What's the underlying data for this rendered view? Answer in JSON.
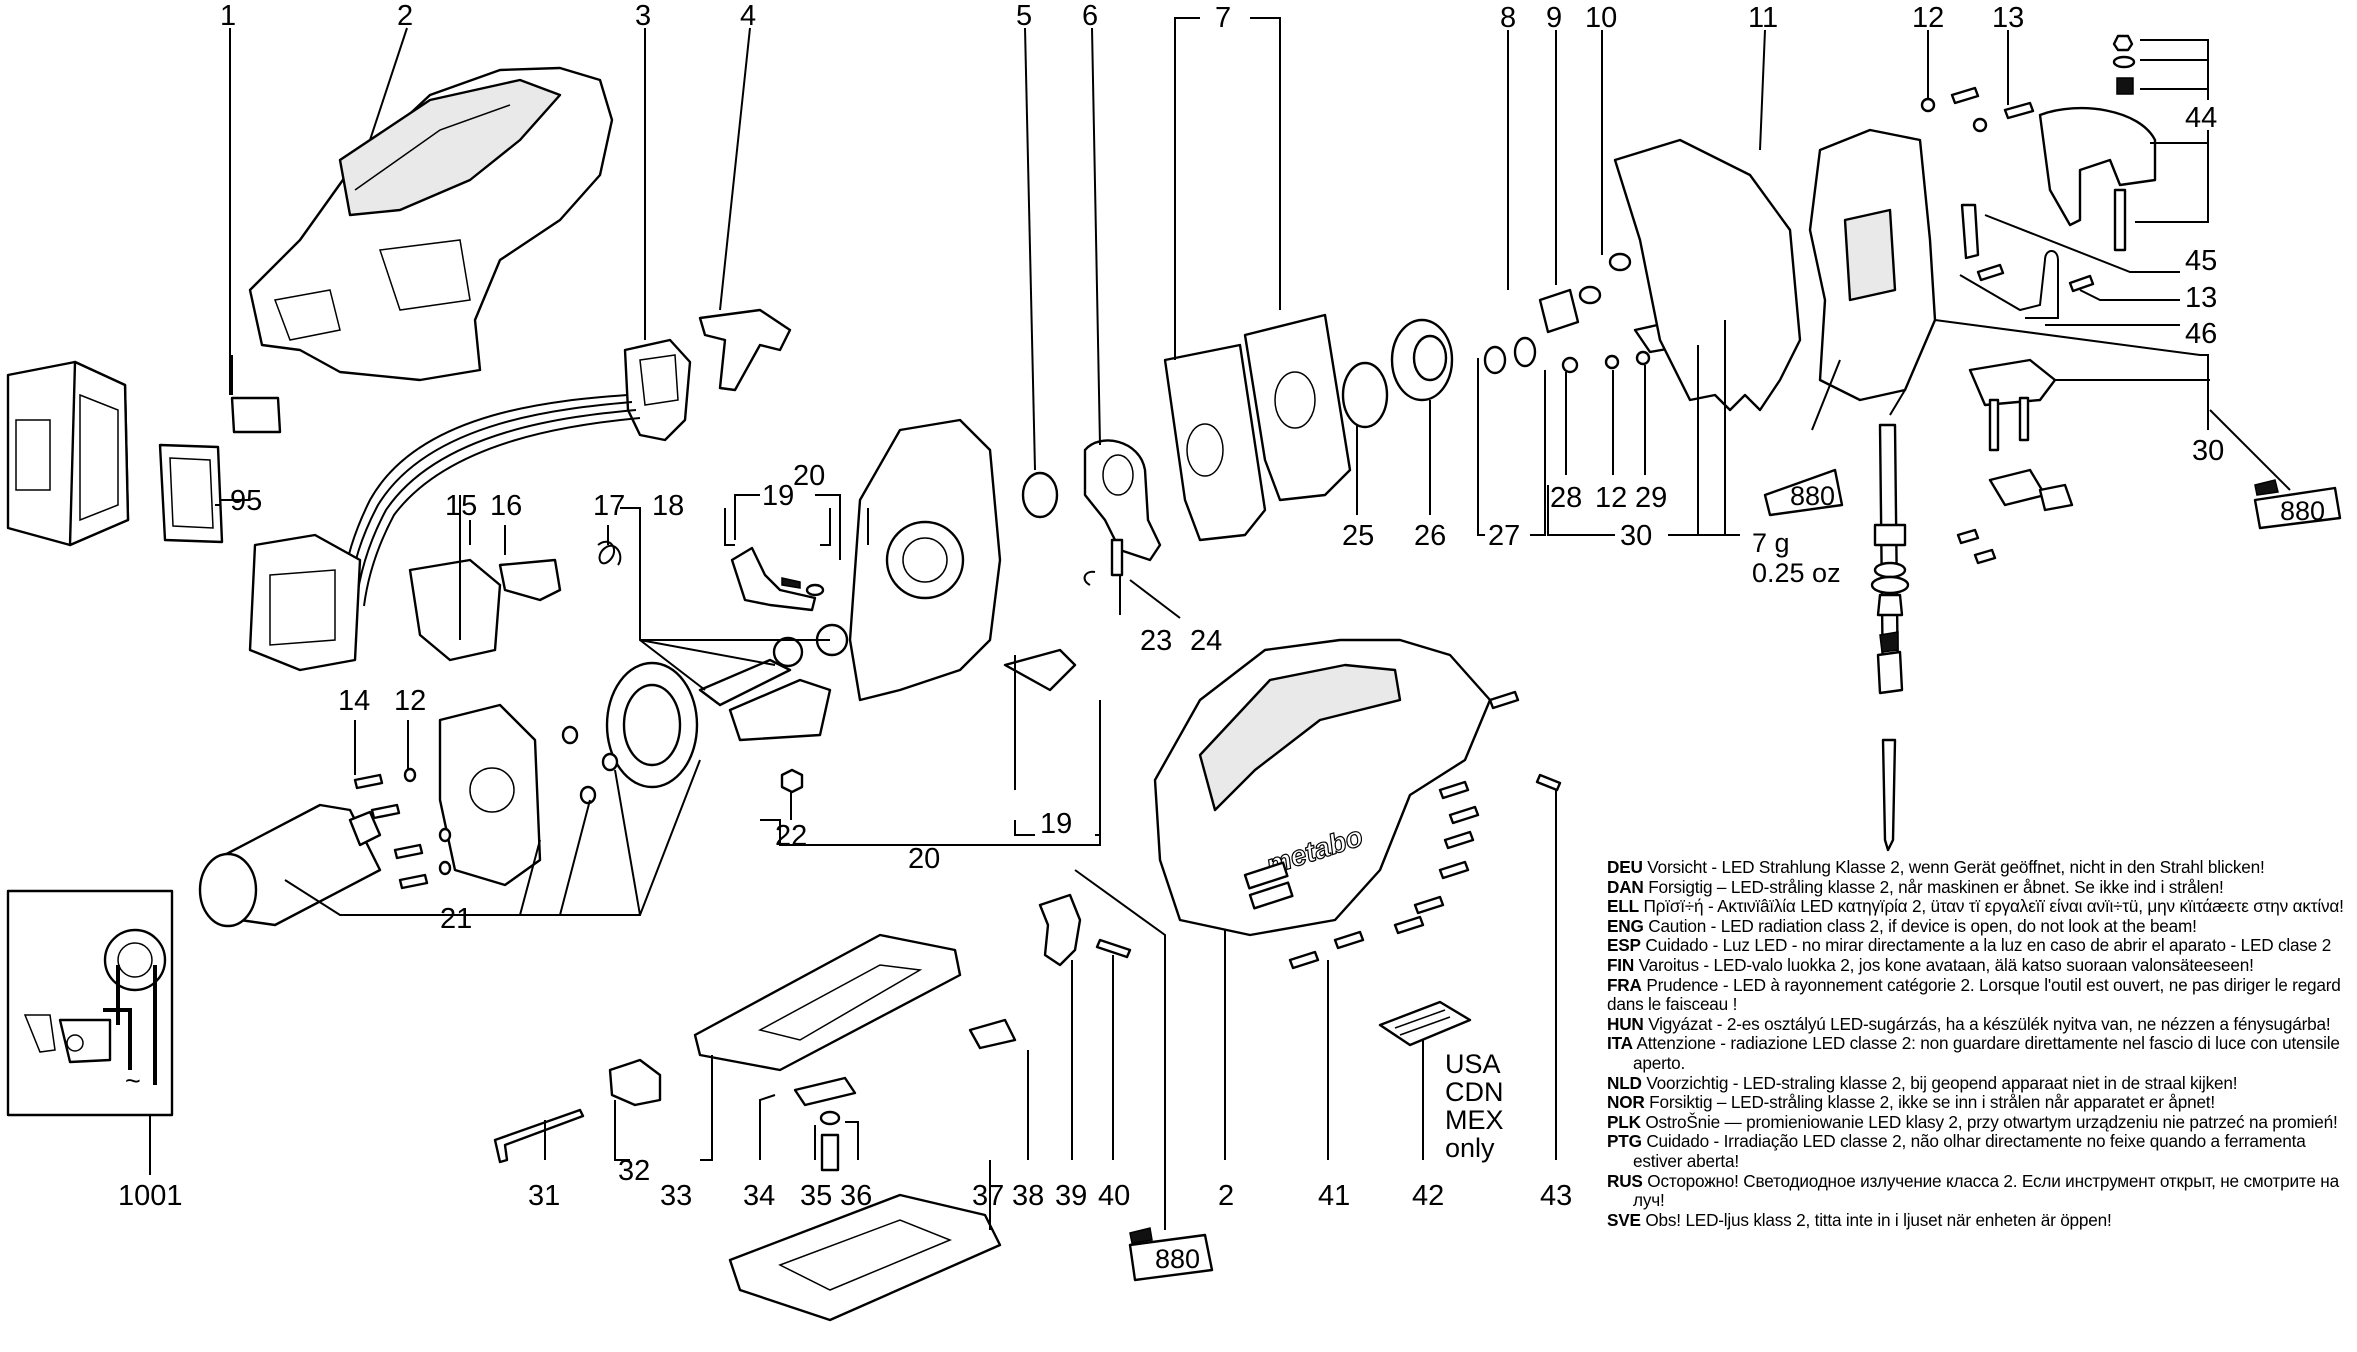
{
  "diagram": {
    "type": "exploded-parts-diagram",
    "brand_marking": "metabo",
    "callouts": [
      {
        "id": "1",
        "label": "1"
      },
      {
        "id": "2",
        "label": "2"
      },
      {
        "id": "3",
        "label": "3"
      },
      {
        "id": "4",
        "label": "4"
      },
      {
        "id": "5",
        "label": "5"
      },
      {
        "id": "6",
        "label": "6"
      },
      {
        "id": "7",
        "label": "7"
      },
      {
        "id": "8",
        "label": "8"
      },
      {
        "id": "9",
        "label": "9"
      },
      {
        "id": "10",
        "label": "10"
      },
      {
        "id": "11",
        "label": "11"
      },
      {
        "id": "12",
        "label": "12"
      },
      {
        "id": "13",
        "label": "13"
      },
      {
        "id": "14",
        "label": "14"
      },
      {
        "id": "15",
        "label": "15"
      },
      {
        "id": "16",
        "label": "16"
      },
      {
        "id": "17",
        "label": "17"
      },
      {
        "id": "18",
        "label": "18"
      },
      {
        "id": "19",
        "label": "19"
      },
      {
        "id": "20",
        "label": "20"
      },
      {
        "id": "21",
        "label": "21"
      },
      {
        "id": "22",
        "label": "22"
      },
      {
        "id": "23",
        "label": "23"
      },
      {
        "id": "24",
        "label": "24"
      },
      {
        "id": "25",
        "label": "25"
      },
      {
        "id": "26",
        "label": "26"
      },
      {
        "id": "27",
        "label": "27"
      },
      {
        "id": "28",
        "label": "28"
      },
      {
        "id": "29",
        "label": "29"
      },
      {
        "id": "30",
        "label": "30"
      },
      {
        "id": "31",
        "label": "31"
      },
      {
        "id": "32",
        "label": "32"
      },
      {
        "id": "33",
        "label": "33"
      },
      {
        "id": "34",
        "label": "34"
      },
      {
        "id": "35",
        "label": "35"
      },
      {
        "id": "36",
        "label": "36"
      },
      {
        "id": "37",
        "label": "37"
      },
      {
        "id": "38",
        "label": "38"
      },
      {
        "id": "39",
        "label": "39"
      },
      {
        "id": "40",
        "label": "40"
      },
      {
        "id": "41",
        "label": "41"
      },
      {
        "id": "42",
        "label": "42"
      },
      {
        "id": "43",
        "label": "43"
      },
      {
        "id": "44",
        "label": "44"
      },
      {
        "id": "45",
        "label": "45"
      },
      {
        "id": "46",
        "label": "46"
      },
      {
        "id": "95",
        "label": "95"
      },
      {
        "id": "1001",
        "label": "1001"
      }
    ],
    "grease": {
      "code": "880",
      "amount_g": "7 g",
      "amount_oz": "0.25 oz"
    },
    "region_note": [
      "USA",
      "CDN",
      "MEX",
      "only"
    ],
    "wiring_symbol": "~"
  },
  "warnings": [
    {
      "code": "DEU",
      "text": "Vorsicht - LED Strahlung Klasse 2, wenn Gerät geöffnet, nicht in den Strahl blicken!"
    },
    {
      "code": "DAN",
      "text": "Forsigtig – LED-stråling klasse 2, når maskinen er åbnet. Se ikke ind i strålen!"
    },
    {
      "code": "ELL",
      "text": "Πρïσï÷ή - Ακτινïâïλία LED κατηγïρία 2, üταν τï εργαλεïï είναι ανïι÷τü, μην κïιτάæετε στην ακτίνα!"
    },
    {
      "code": "ENG",
      "text": "Caution - LED radiation class 2, if device is open, do not look at the beam!"
    },
    {
      "code": "ESP",
      "text": "Cuidado - Luz LED - no mirar directamente a la luz en caso de abrir el aparato - LED clase 2"
    },
    {
      "code": "FIN",
      "text": "Varoitus - LED-valo luokka 2, jos kone avataan, älä katso suoraan valonsäteeseen!"
    },
    {
      "code": "FRA",
      "text": "Prudence - LED à rayonnement catégorie 2. Lorsque l'outil est ouvert, ne pas diriger le regard dans le faisceau !"
    },
    {
      "code": "HUN",
      "text": "Vigyázat - 2-es osztályú LED-sugárzás, ha a készülék nyitva van, ne nézzen a fénysugárba!"
    },
    {
      "code": "ITA",
      "text": "Attenzione - radiazione LED classe 2: non guardare direttamente nel fascio di luce con utensile aperto."
    },
    {
      "code": "NLD",
      "text": "Voorzichtig - LED-straling klasse 2, bij geopend apparaat niet in de straal kijken!"
    },
    {
      "code": "NOR",
      "text": "Forsiktig – LED-stråling klasse 2, ikke se inn i strålen når apparatet er åpnet!"
    },
    {
      "code": "PLK",
      "text": "OstroŠnie — promieniowanie LED klasy 2, przy otwartym urządzeniu nie patrzeć na promień!"
    },
    {
      "code": "PTG",
      "text": "Cuidado - Irradiação LED classe 2, não olhar directamente no feixe quando a ferramenta estiver aberta!"
    },
    {
      "code": "RUS",
      "text": "Осторожно! Светодиодное излучение класса 2. Если инструмент открыт, не смотрите на луч!"
    },
    {
      "code": "SVE",
      "text": "Obs! LED-ljus klass 2, titta inte in i ljuset när enheten är öppen!"
    }
  ]
}
